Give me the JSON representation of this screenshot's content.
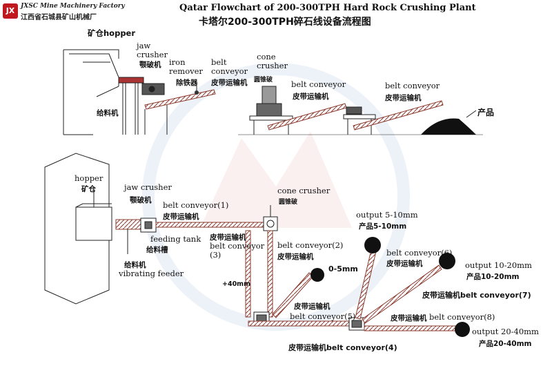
{
  "header": {
    "logo_en": "JXSC Mine Machinery Factory",
    "logo_zh": "江西省石城县矿山机械厂",
    "title_en": "Qatar Flowchart of 200-300TPH Hard Rock Crushing Plant",
    "title_zh": "卡塔尔200-300TPH碎石线设备流程图"
  },
  "top": {
    "hopper": "矿仓hopper",
    "feeder_zh": "给料机",
    "jaw_en": "jaw\ncrusher",
    "jaw_zh": "颚破机",
    "iron_en": "iron\nremover",
    "iron_zh": "除铁器",
    "belt1_en": "belt\nconveyor",
    "belt1_zh": "皮带运输机",
    "cone_zh_small": "圆锥破",
    "cone_en": "cone\ncrusher",
    "belt2_en": "belt conveyor",
    "belt2_zh": "皮带运输机",
    "belt3_en": "belt conveyor",
    "belt3_zh": "皮带运输机",
    "product_zh": "产品"
  },
  "bottom": {
    "hopper_en": "hopper",
    "hopper_zh": "矿仓",
    "jaw_en": "jaw crusher",
    "jaw_zh": "颚破机",
    "belt1_en": "belt conveyor(1)",
    "belt1_zh": "皮带运输机",
    "tank_en": "feeding tank",
    "tank_zh": "给料槽",
    "feeder_zh": "给料机",
    "feeder_en": "vibrating feeder",
    "belt3_zh": "皮带运输机",
    "belt3_en": "belt conveyor\n(3)",
    "cone_en": "cone crusher",
    "cone_zh": "圆锥破",
    "belt2_en": "belt conveyor(2)",
    "belt2_zh": "皮带运输机",
    "plus40": "+40mm",
    "out05": "0-5mm",
    "belt5_zh": "皮带运输机",
    "belt5_en": "belt conveyor(5)",
    "belt4": "皮带运输机belt conveyor(4)",
    "out510_en": "output 5-10mm",
    "out510_zh": "产品5-10mm",
    "belt6_en": "belt conveyor(6)",
    "belt6_zh": "皮带运输机",
    "out1020_en": "output 10-20mm",
    "out1020_zh": "产品10-20mm",
    "belt7": "皮带运输机belt conveyor(7)",
    "belt8_zh": "皮带运输机",
    "belt8_en": "belt conveyor(8)",
    "out2040_en": "output 20-40mm",
    "out2040_zh": "产品20-40mm"
  },
  "colors": {
    "brand": "#c0181f",
    "conveyor": "#8a3b2e",
    "line": "#222222",
    "watermark": "#dfe8f4"
  }
}
